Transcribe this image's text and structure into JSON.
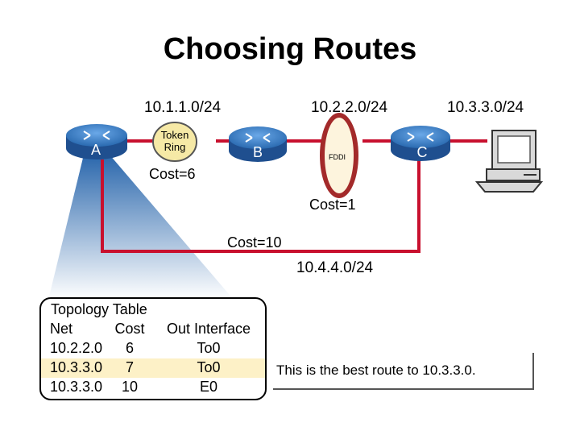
{
  "title": "Choosing Routes",
  "routers": {
    "a": "A",
    "b": "B",
    "c": "C"
  },
  "networks": {
    "net1": "10.1.1.0/24",
    "net2": "10.2.2.0/24",
    "net3": "10.3.3.0/24",
    "net4": "10.4.4.0/24"
  },
  "token_ring": {
    "line1": "Token",
    "line2": "Ring"
  },
  "fddi": {
    "label": "FDDI"
  },
  "costs": {
    "token_ring": "Cost=6",
    "fddi": "Cost=1",
    "ethernet": "Cost=10"
  },
  "topology_table": {
    "title": "Topology Table",
    "headers": [
      "Net",
      "Cost",
      "Out Interface"
    ],
    "rows": [
      [
        "10.2.2.0",
        "6",
        "To0"
      ],
      [
        "10.3.3.0",
        "7",
        "To0"
      ],
      [
        "10.3.3.0",
        "10",
        "E0"
      ]
    ]
  },
  "best_route_note": "This is the best route to 10.3.3.0.",
  "colors": {
    "link": "#c8102e",
    "router": "#2a6ab0",
    "token_ring_fill": "#f6e9a6",
    "fddi_fill": "#fdf4dd",
    "highlight_row": "#fdf1c7"
  }
}
